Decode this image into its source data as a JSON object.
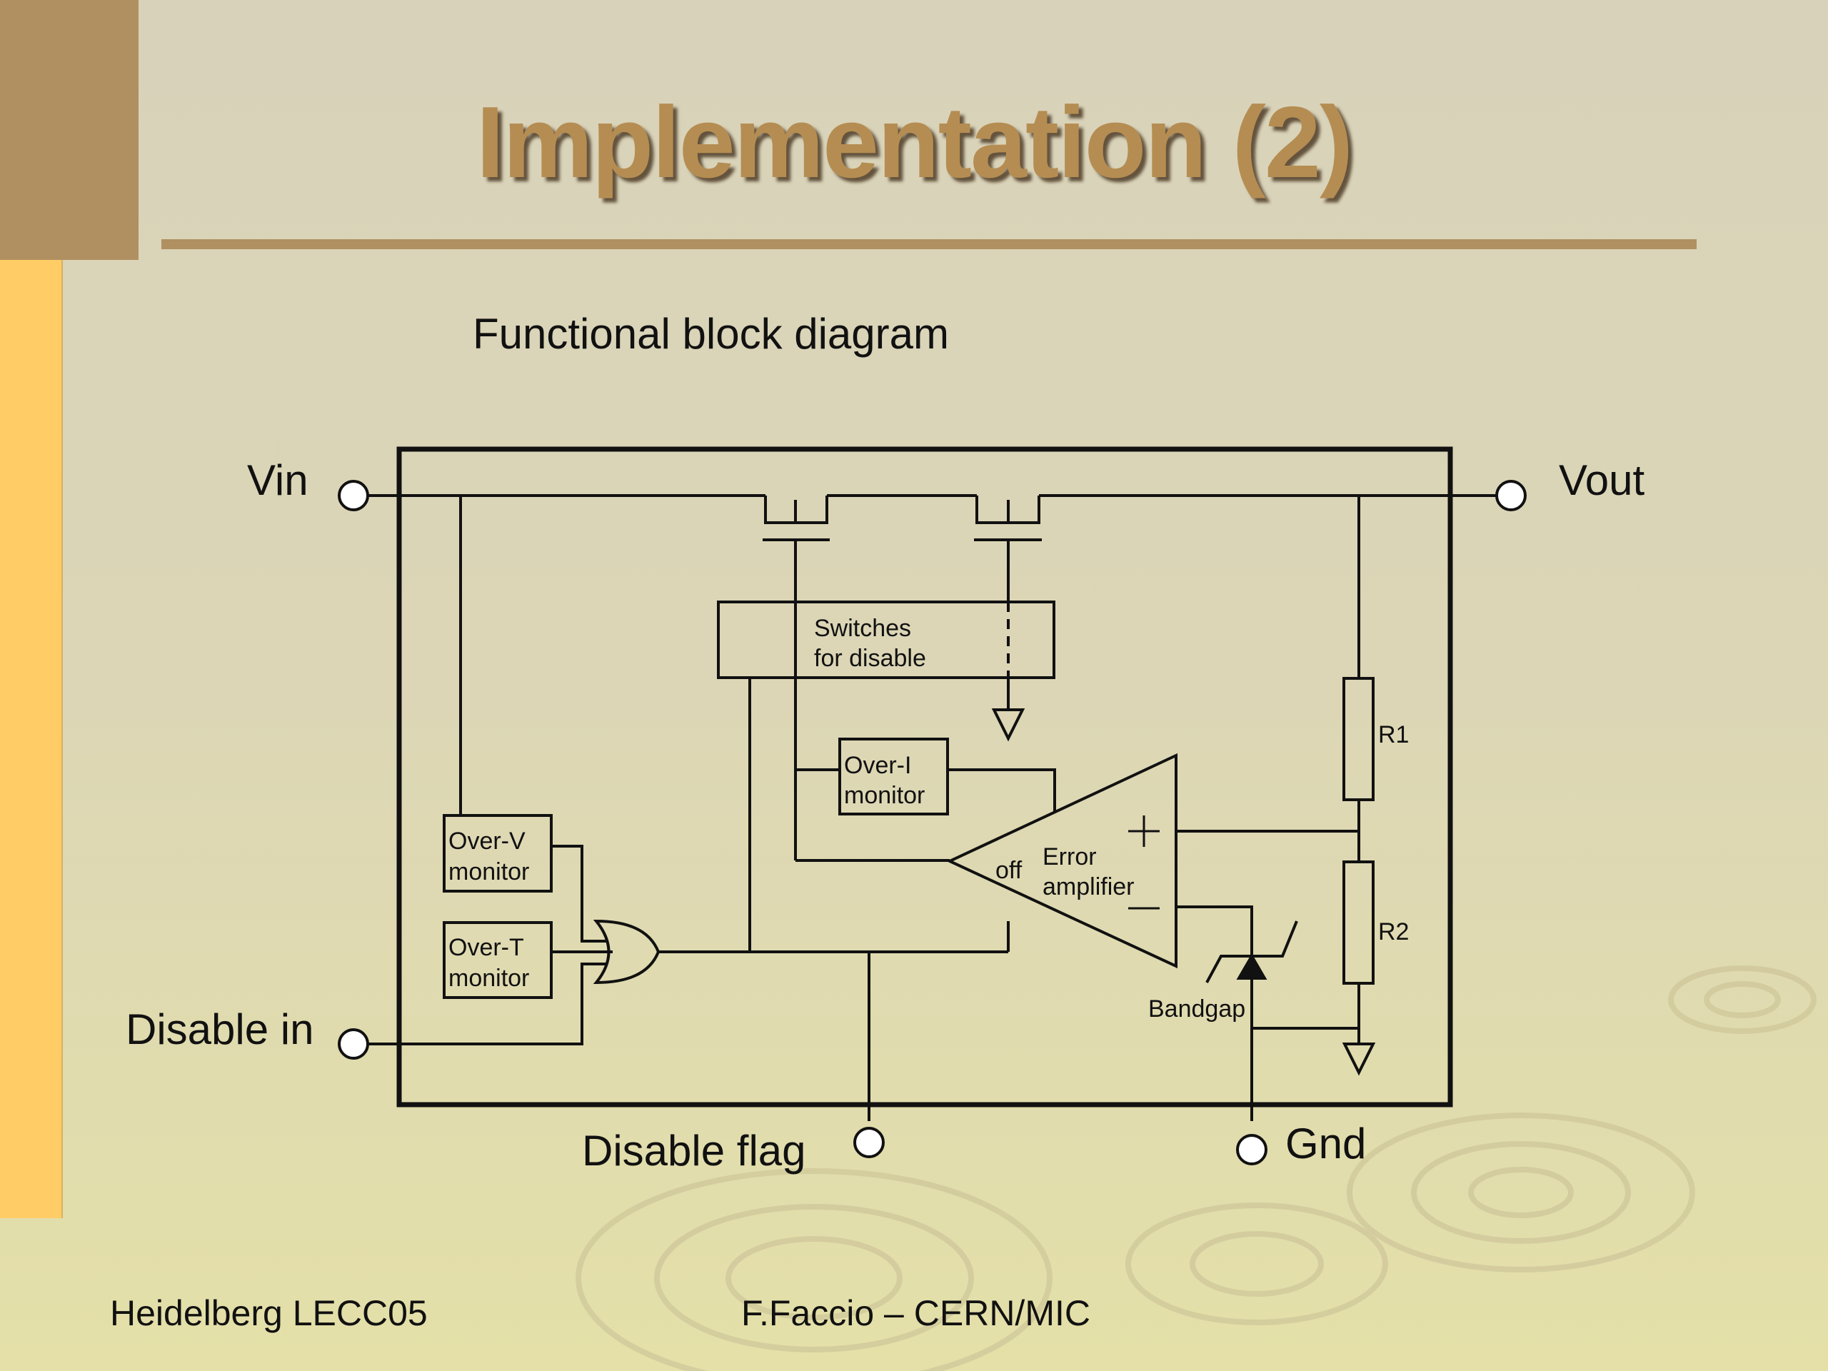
{
  "slide": {
    "title": "Implementation (2)",
    "subtitle": "Functional block diagram",
    "footer_left": "Heidelberg LECC05",
    "footer_center": "F.Faccio – CERN/MIC"
  },
  "terminals": {
    "vin": "Vin",
    "vout": "Vout",
    "disable_in": "Disable in",
    "disable_flag": "Disable flag",
    "gnd": "Gnd"
  },
  "blocks": {
    "switches_line1": "Switches",
    "switches_line2": "for disable",
    "over_i_line1": "Over-I",
    "over_i_line2": "monitor",
    "over_v_line1": "Over-V",
    "over_v_line2": "monitor",
    "over_t_line1": "Over-T",
    "over_t_line2": "monitor",
    "amp_line1": "Error",
    "amp_line2": "amplifier",
    "amp_off": "off",
    "r1": "R1",
    "r2": "R2",
    "bandgap": "Bandgap"
  },
  "colors": {
    "title": "#b58d52",
    "accent_brown": "#b09060",
    "accent_yellow": "#ffcc66"
  }
}
